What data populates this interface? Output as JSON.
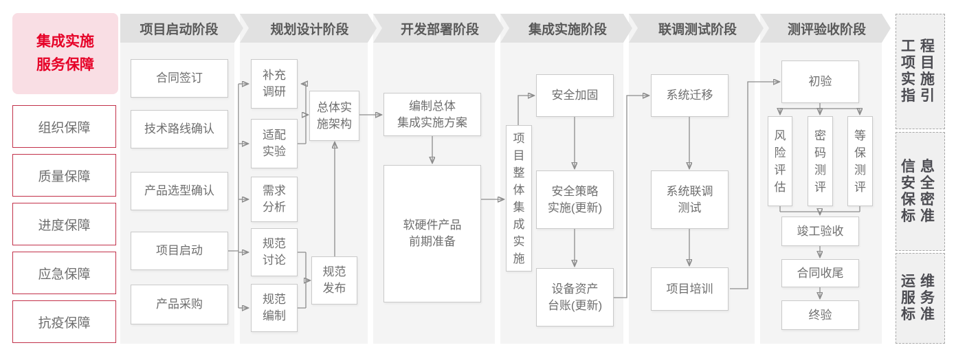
{
  "sidebar": {
    "title": "集成实施\n服务保障",
    "items": [
      {
        "label": "组织保障"
      },
      {
        "label": "质量保障"
      },
      {
        "label": "进度保障"
      },
      {
        "label": "应急保障"
      },
      {
        "label": "抗疫保障"
      }
    ]
  },
  "phases": [
    {
      "label": "项目启动阶段"
    },
    {
      "label": "规划设计阶段"
    },
    {
      "label": "开发部署阶段"
    },
    {
      "label": "集成实施阶段"
    },
    {
      "label": "联调测试阶段"
    },
    {
      "label": "测评验收阶段"
    }
  ],
  "nodes": {
    "contract_signing": "合同签订",
    "tech_route_confirm": "技术路线确认",
    "product_selection_confirm": "产品选型确认",
    "project_kickoff": "项目启动",
    "procurement": "产品采购",
    "supplementary_research": "补充\n调研",
    "adaptation_test": "适配\n实验",
    "requirement_analysis": "需求\n分析",
    "spec_discussion": "规范\n讨论",
    "spec_drafting": "规范\n编制",
    "overall_architecture": "总体实\n施架构",
    "spec_release": "规范\n发布",
    "overall_plan": "编制总体\n集成实施方案",
    "hw_sw_preparation": "软硬件产品\n前期准备",
    "overall_implementation": "项\n目\n整\n体\n集\n成\n实\n施",
    "security_hardening": "安全加固",
    "security_policy": "安全策略\n实施(更新)",
    "asset_ledger": "设备资产\n台账(更新)",
    "system_migration": "系统迁移",
    "joint_testing": "系统联调\n测试",
    "project_training": "项目培训",
    "initial_acceptance": "初验",
    "risk_assessment": "风\n险\n评\n估",
    "crypto_test": "密\n码\n测\n评",
    "mlps_test": "等\n保\n测\n评",
    "completion_acceptance": "竣工验收",
    "contract_closure": "合同收尾",
    "final_acceptance": "终验"
  },
  "standards": [
    {
      "label": "工程\n项目\n实施\n指引"
    },
    {
      "label": "信息\n安全\n保密\n标准"
    },
    {
      "label": "运维\n服务\n标准"
    }
  ],
  "colors": {
    "accent_red": "#e60127",
    "pink_bg": "#f9dee4",
    "band_grey": "#e1e1e1",
    "panel_grey": "#f4f4f4",
    "line_grey": "#8c8c8c"
  }
}
